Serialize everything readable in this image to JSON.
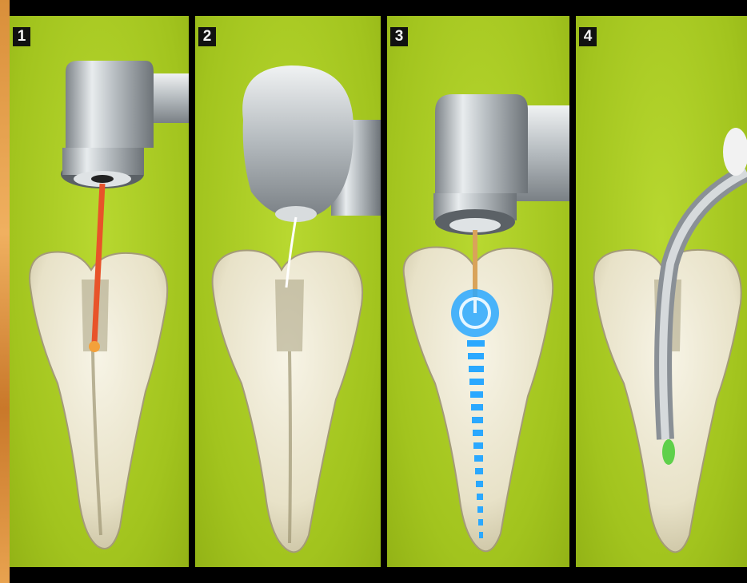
{
  "panels": [
    {
      "number": "1"
    },
    {
      "number": "2"
    },
    {
      "number": "3"
    },
    {
      "number": "4"
    }
  ],
  "colors": {
    "panel_bg": "#a6c722",
    "tooth": "#ece8d6",
    "laser": "#e8532a",
    "irrigant": "#ffffff",
    "ultrasonic": "#2aa8ff",
    "disinfect": "#5fd04a"
  },
  "icons": [
    "handpiece-icon",
    "tooth-icon",
    "laser-fiber-icon",
    "irrigation-tip-icon",
    "ultrasonic-wave-icon",
    "curved-needle-icon"
  ]
}
